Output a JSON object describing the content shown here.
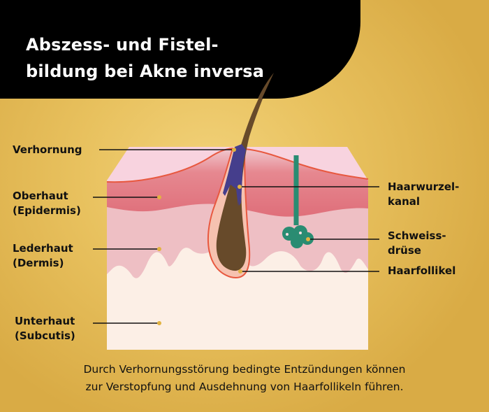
{
  "title": {
    "line1": "Abszess- und Fistel-",
    "line2": "bildung bei Akne inversa"
  },
  "labels_left": [
    {
      "id": "verhornung",
      "line1": "Verhornung",
      "line2": ""
    },
    {
      "id": "oberhaut",
      "line1": "Oberhaut",
      "line2": "(Epidermis)"
    },
    {
      "id": "lederhaut",
      "line1": "Lederhaut",
      "line2": "(Dermis)"
    },
    {
      "id": "unterhaut",
      "line1": "Unterhaut",
      "line2": "(Subcutis)"
    }
  ],
  "labels_right": [
    {
      "id": "haarwurzelkanal",
      "line1": "Haarwurzel-",
      "line2": "kanal"
    },
    {
      "id": "schweissdruese",
      "line1": "Schweiss-",
      "line2": "drüse"
    },
    {
      "id": "haarfollikel",
      "line1": "Haarfollikel",
      "line2": ""
    }
  ],
  "caption": {
    "line1": "Durch Verhornungsstörung bedingte Entzündungen können",
    "line2": "zur Verstopfung und Ausdehnung von Haarfollikeln führen."
  },
  "colors": {
    "background_gold": "#e8c15e",
    "title_bg": "#000000",
    "skin_top": "#f8d3df",
    "epidermis": "#e0727c",
    "dermis": "#eebfc4",
    "subcutis": "#fcefe6",
    "outline_red": "#e8583f",
    "hair_brown": "#674a2a",
    "keratin_blue": "#453e8c",
    "sweat_gland_green": "#2a8c72",
    "marker_dot": "#e2b341"
  }
}
